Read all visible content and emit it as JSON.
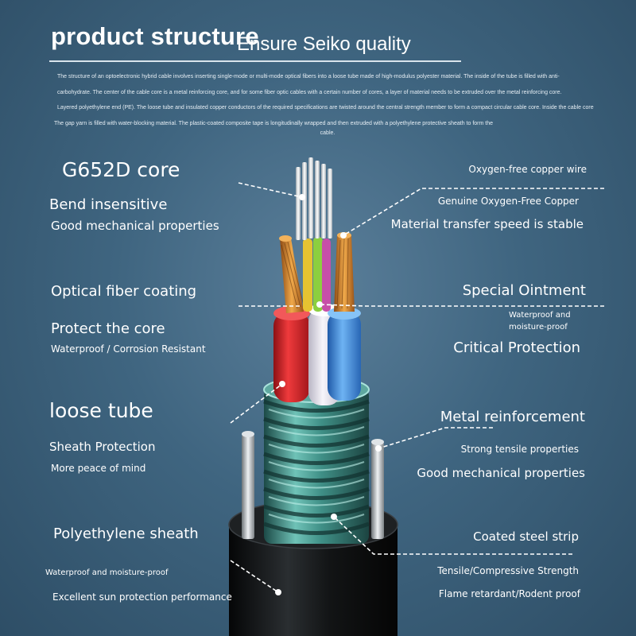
{
  "header": {
    "title": "product structure",
    "subtitle": "Ensure Seiko quality",
    "intro": [
      "The structure of an optoelectronic hybrid cable involves inserting single-mode or multi-mode optical fibers into a loose tube made of high-modulus polyester material. The inside of the tube is filled with anti-",
      "carbohydrate. The center of the cable core is a metal reinforcing core, and for some fiber optic cables with a certain number of cores, a layer of material needs to be extruded over the metal reinforcing core.",
      "Layered polyethylene end (PE). The loose tube and insulated copper conductors of the required specifications are twisted around the central strength member to form a compact circular cable core. Inside the cable core",
      "The gap yarn is filled with water-blocking material. The plastic-coated composite tape is longitudinally wrapped and then extruded with a polyethylene protective sheath to form the",
      "cable."
    ]
  },
  "left_labels": {
    "g652d": "G652D core",
    "bend": "Bend insensitive",
    "good_mech": "Good mechanical properties",
    "fiber_coating": "Optical fiber coating",
    "protect_core": "Protect the core",
    "waterproof_corrosion": "Waterproof / Corrosion Resistant",
    "loose_tube": "loose tube",
    "sheath_protection": "Sheath Protection",
    "peace": "More peace of mind",
    "pe_sheath": "Polyethylene sheath",
    "waterproof_moisture": "Waterproof and moisture-proof",
    "sun": "Excellent sun protection performance"
  },
  "right_labels": {
    "copper_wire": "Oxygen-free copper wire",
    "genuine_copper": "Genuine Oxygen-Free Copper",
    "transfer_speed": "Material transfer speed is stable",
    "ointment": "Special Ointment",
    "waterproof_1": "Waterproof and",
    "waterproof_2": "moisture-proof",
    "critical": "Critical Protection",
    "metal_reinf": "Metal reinforcement",
    "tensile": "Strong tensile properties",
    "good_mech": "Good mechanical properties",
    "steel_strip": "Coated steel strip",
    "tensile_comp": "Tensile/Compressive Strength",
    "flame": "Flame retardant/Rodent proof"
  },
  "colors": {
    "background": "#3f6580",
    "red_tube": "#d8252a",
    "white_tube": "#e6e2ec",
    "blue_tube": "#3f8fe0",
    "copper": "#d5872f",
    "armor": "#3e8c84",
    "sheath": "#141618"
  }
}
